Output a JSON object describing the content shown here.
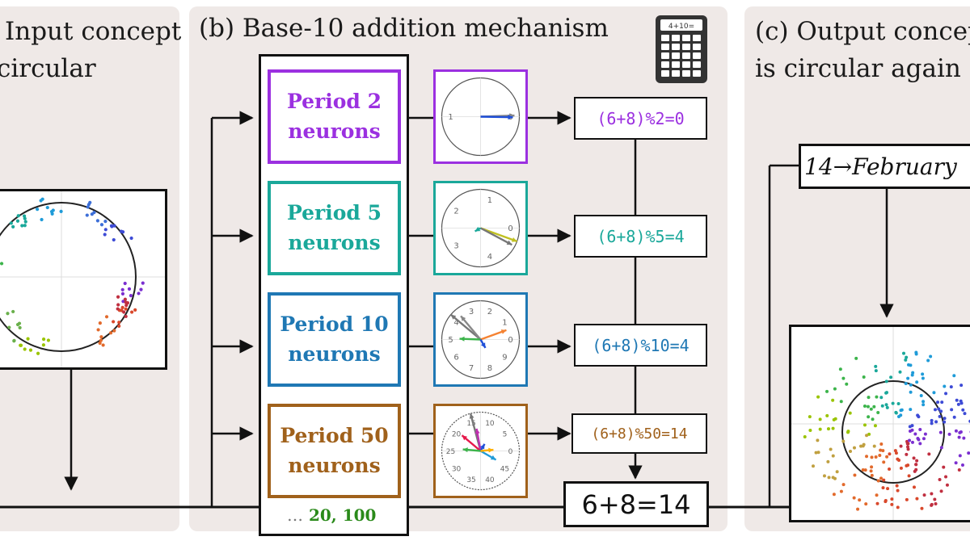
{
  "panels": {
    "a": {
      "title_line1": "Input concept",
      "title_line2": "circular"
    },
    "b": {
      "title": "(b) Base-10 addition mechanism"
    },
    "c": {
      "title_line1": "(c) Output concept",
      "title_line2": "is circular again"
    }
  },
  "neurons": [
    {
      "line1": "Period 2",
      "line2": "neurons",
      "color": "#9b30e0"
    },
    {
      "line1": "Period 5",
      "line2": "neurons",
      "color": "#1aa89a"
    },
    {
      "line1": "Period 10",
      "line2": "neurons",
      "color": "#1f78b4"
    },
    {
      "line1": "Period 50",
      "line2": "neurons",
      "color": "#a0611b"
    }
  ],
  "more_periods": {
    "ellipsis": "…",
    "values": "20, 100",
    "color": "#2a8a1a"
  },
  "mods": [
    {
      "text": "(6+8)%2=0",
      "color": "#9b30e0"
    },
    {
      "text": "(6+8)%5=4",
      "color": "#1aa89a"
    },
    {
      "text": "(6+8)%10=4",
      "color": "#1f78b4"
    },
    {
      "text": "(6+8)%50=14",
      "color": "#a0611b"
    }
  ],
  "result": {
    "text": "6+8=14"
  },
  "output_label": {
    "text": "14→February"
  },
  "calculator": {
    "display": "4+10="
  },
  "clocks": [
    {
      "labels": [
        "0",
        "1"
      ]
    },
    {
      "labels": [
        "0",
        "1",
        "2",
        "3",
        "4"
      ]
    },
    {
      "labels": [
        "0",
        "1",
        "2",
        "3",
        "4",
        "5",
        "6",
        "7",
        "8",
        "9"
      ]
    },
    {
      "labels": [
        "0",
        "5",
        "10",
        "15",
        "20",
        "25",
        "30",
        "35",
        "40",
        "45"
      ]
    }
  ]
}
